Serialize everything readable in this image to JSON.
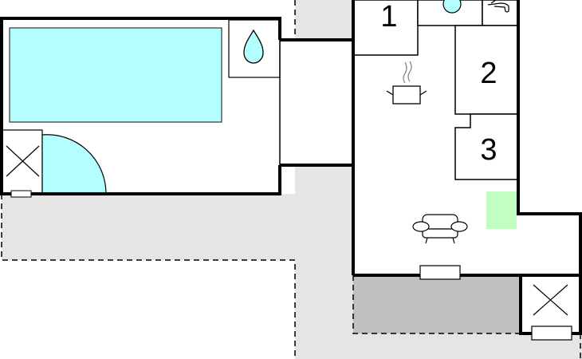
{
  "floorplan": {
    "room_labels": [
      "1",
      "2",
      "3"
    ],
    "colors": {
      "outdoor": "#e5e5e5",
      "covered_terrace": "#c0c0c0",
      "water": "#b3ffff",
      "bed_marker": "#c0ffc0",
      "wall": "#000000"
    },
    "icons": [
      "pool",
      "water-drop-icon",
      "toilet-icon",
      "tap-icon",
      "cooking-pot-icon",
      "armchair-icon",
      "door-swing",
      "window",
      "fireplace-x-icon"
    ]
  }
}
